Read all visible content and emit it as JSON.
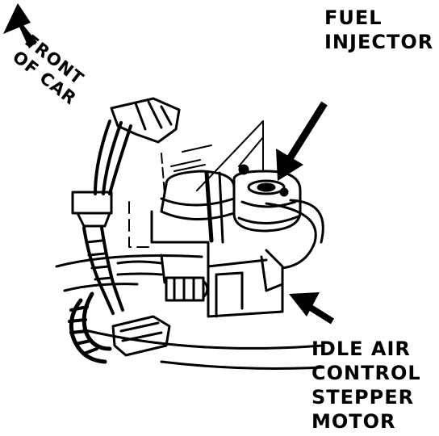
{
  "labels": {
    "front_line1": "FRONT",
    "front_line2": "OF CAR",
    "injector_line1": "FUEL",
    "injector_line2": "INJECTOR",
    "iac_line1": "IDLE AIR",
    "iac_line2": "CONTROL",
    "iac_line3": "STEPPER",
    "iac_line4": "MOTOR"
  },
  "icons": {
    "front_arrow": "arrow-up-left-icon",
    "injector_arrow": "arrow-down-left-icon",
    "iac_arrow": "arrow-left-icon"
  },
  "colors": {
    "ink": "#000000",
    "paper": "#ffffff"
  }
}
